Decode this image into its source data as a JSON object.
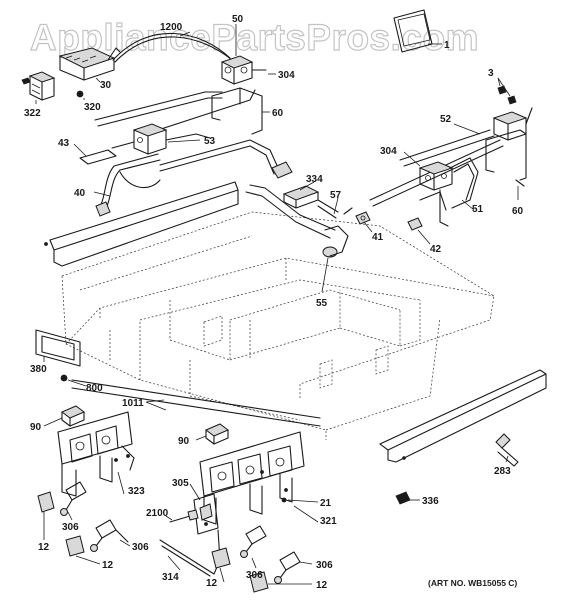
{
  "watermark": "AppliancePartsPros.com",
  "art_number": "(ART NO. WB15055 C)",
  "callouts": {
    "c1200": "1200",
    "c50": "50",
    "c1": "1",
    "c304a": "304",
    "c322": "322",
    "c30": "30",
    "c320": "320",
    "c60a": "60",
    "c3": "3",
    "c52": "52",
    "c43": "43",
    "c53": "53",
    "c304b": "304",
    "c334": "334",
    "c57": "57",
    "c40": "40",
    "c51": "51",
    "c60b": "60",
    "c41": "41",
    "c42": "42",
    "c55": "55",
    "c380": "380",
    "c800": "800",
    "c1011": "1011",
    "c90a": "90",
    "c90b": "90",
    "c283": "283",
    "c323": "323",
    "c305": "305",
    "c21": "21",
    "c336": "336",
    "c306a": "306",
    "c321": "321",
    "c2100": "2100",
    "c12a": "12",
    "c306b": "306",
    "c12b": "12",
    "c314": "314",
    "c306c": "306",
    "c12c": "12",
    "c306d": "306",
    "c12d": "12"
  }
}
